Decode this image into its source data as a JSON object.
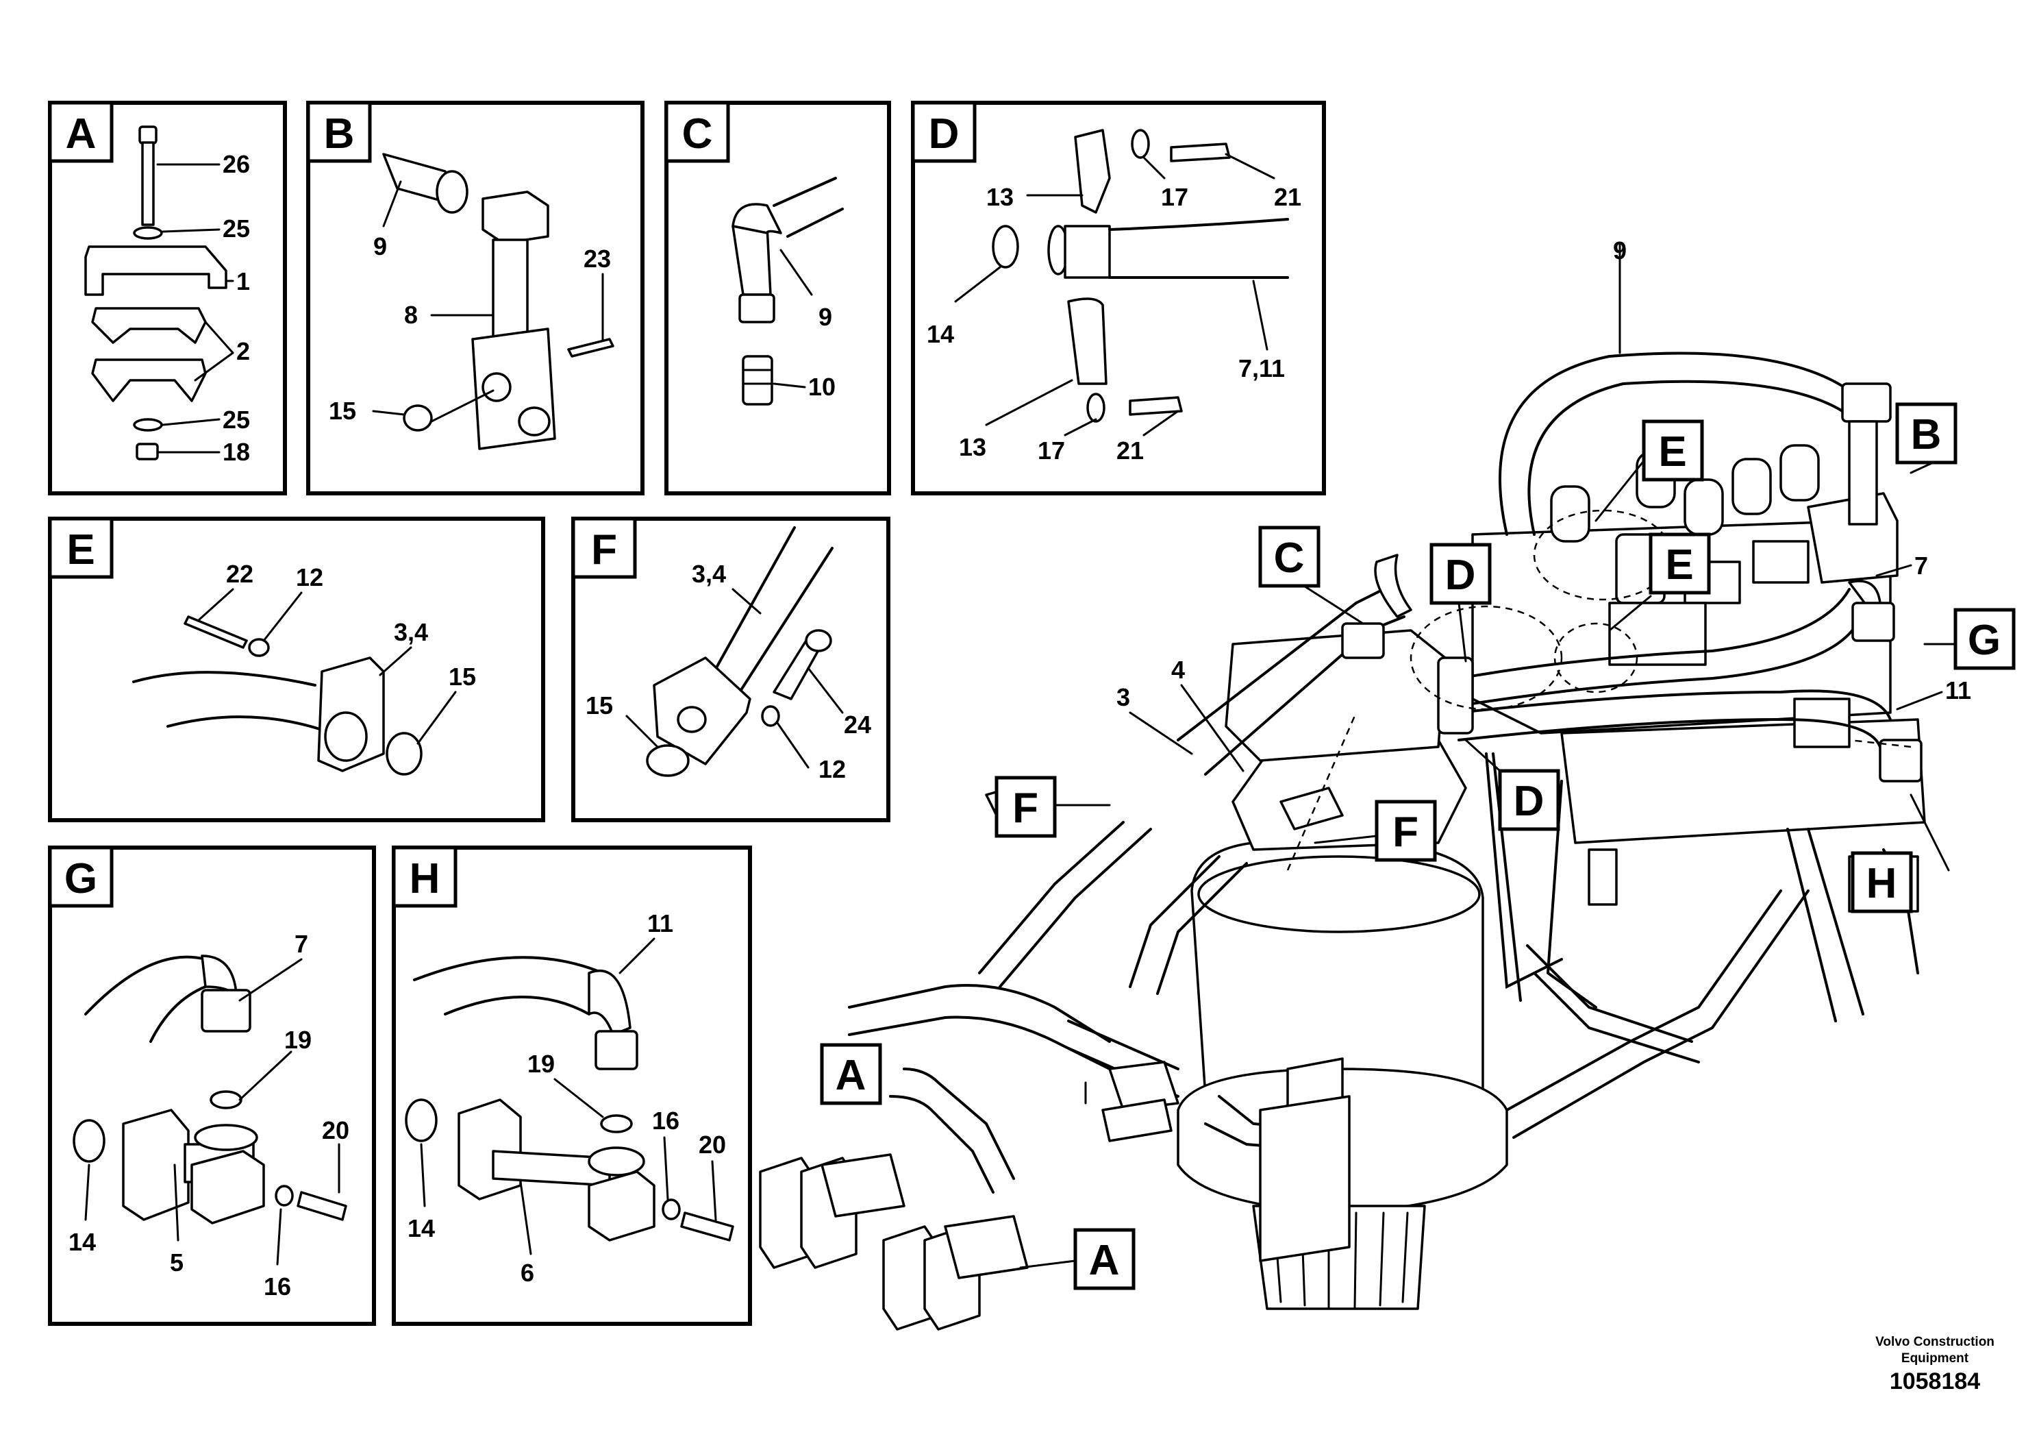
{
  "panels": {
    "A": {
      "letter": "A",
      "callouts": [
        "26",
        "25",
        "1",
        "2",
        "25",
        "18"
      ]
    },
    "B": {
      "letter": "B",
      "callouts": [
        "9",
        "8",
        "23",
        "15"
      ]
    },
    "C": {
      "letter": "C",
      "callouts": [
        "9",
        "10"
      ]
    },
    "D": {
      "letter": "D",
      "callouts": [
        "13",
        "17",
        "21",
        "14",
        "7,11",
        "13",
        "17",
        "21"
      ]
    },
    "E": {
      "letter": "E",
      "callouts": [
        "22",
        "12",
        "3,4",
        "15"
      ]
    },
    "F": {
      "letter": "F",
      "callouts": [
        "3,4",
        "15",
        "24",
        "12"
      ]
    },
    "G": {
      "letter": "G",
      "callouts": [
        "7",
        "19",
        "20",
        "14",
        "5",
        "16"
      ]
    },
    "H": {
      "letter": "H",
      "callouts": [
        "11",
        "19",
        "16",
        "20",
        "14",
        "6"
      ]
    }
  },
  "main": {
    "letters": {
      "a1": "A",
      "a2": "A",
      "b": "B",
      "c": "C",
      "d1": "D",
      "d2": "D",
      "e1": "E",
      "e2": "E",
      "f1": "F",
      "f2": "F",
      "g": "G",
      "h": "H"
    },
    "callouts": {
      "n9": "9",
      "n7": "7",
      "n11": "11",
      "n3": "3",
      "n4": "4"
    }
  },
  "footer": {
    "line1": "Volvo Construction",
    "line2": "Equipment",
    "drawing_number": "1058184"
  }
}
